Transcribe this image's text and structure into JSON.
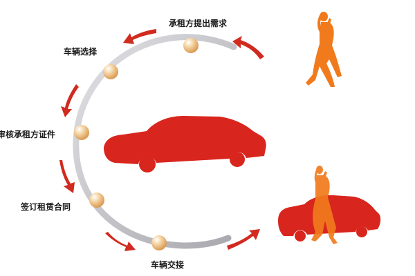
{
  "steps": [
    {
      "label": "承租方提出需求"
    },
    {
      "label": "车辆选择"
    },
    {
      "label": "审核承租方证件"
    },
    {
      "label": "签订租赁合同"
    },
    {
      "label": "车辆交接"
    }
  ],
  "colors": {
    "car": "#d8261e",
    "arrow": "#d12a1f",
    "figure": "#f07a1c",
    "arc": "#c8c8cc",
    "node": "#f3c88f",
    "label": "#1a1a1a"
  },
  "icons": {
    "hero_car": "car-silhouette-icon",
    "figure": "woman-phone-figure-icon",
    "small_car": "car-silhouette-icon"
  }
}
